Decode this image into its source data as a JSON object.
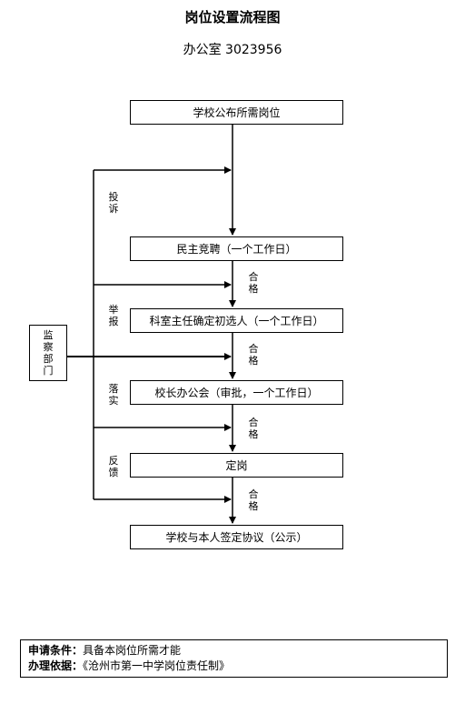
{
  "title": "岗位设置流程图",
  "subtitle": "办公室  3023956",
  "steps": [
    "学校公布所需岗位",
    "民主竞聘（一个工作日）",
    "科室主任确定初选人（一个工作日）",
    "校长办公会（审批，一个工作日）",
    "定岗",
    "学校与本人签定协议（公示）"
  ],
  "side_labels": [
    "投诉",
    "举报",
    "落实",
    "反馈"
  ],
  "pass_label": "合格",
  "monitor_label": "监察部门",
  "footer": {
    "condition_label": "申请条件：",
    "condition_value": "具备本岗位所需才能",
    "basis_label": "办理依据：",
    "basis_value": "《沧州市第一中学岗位责任制》"
  }
}
